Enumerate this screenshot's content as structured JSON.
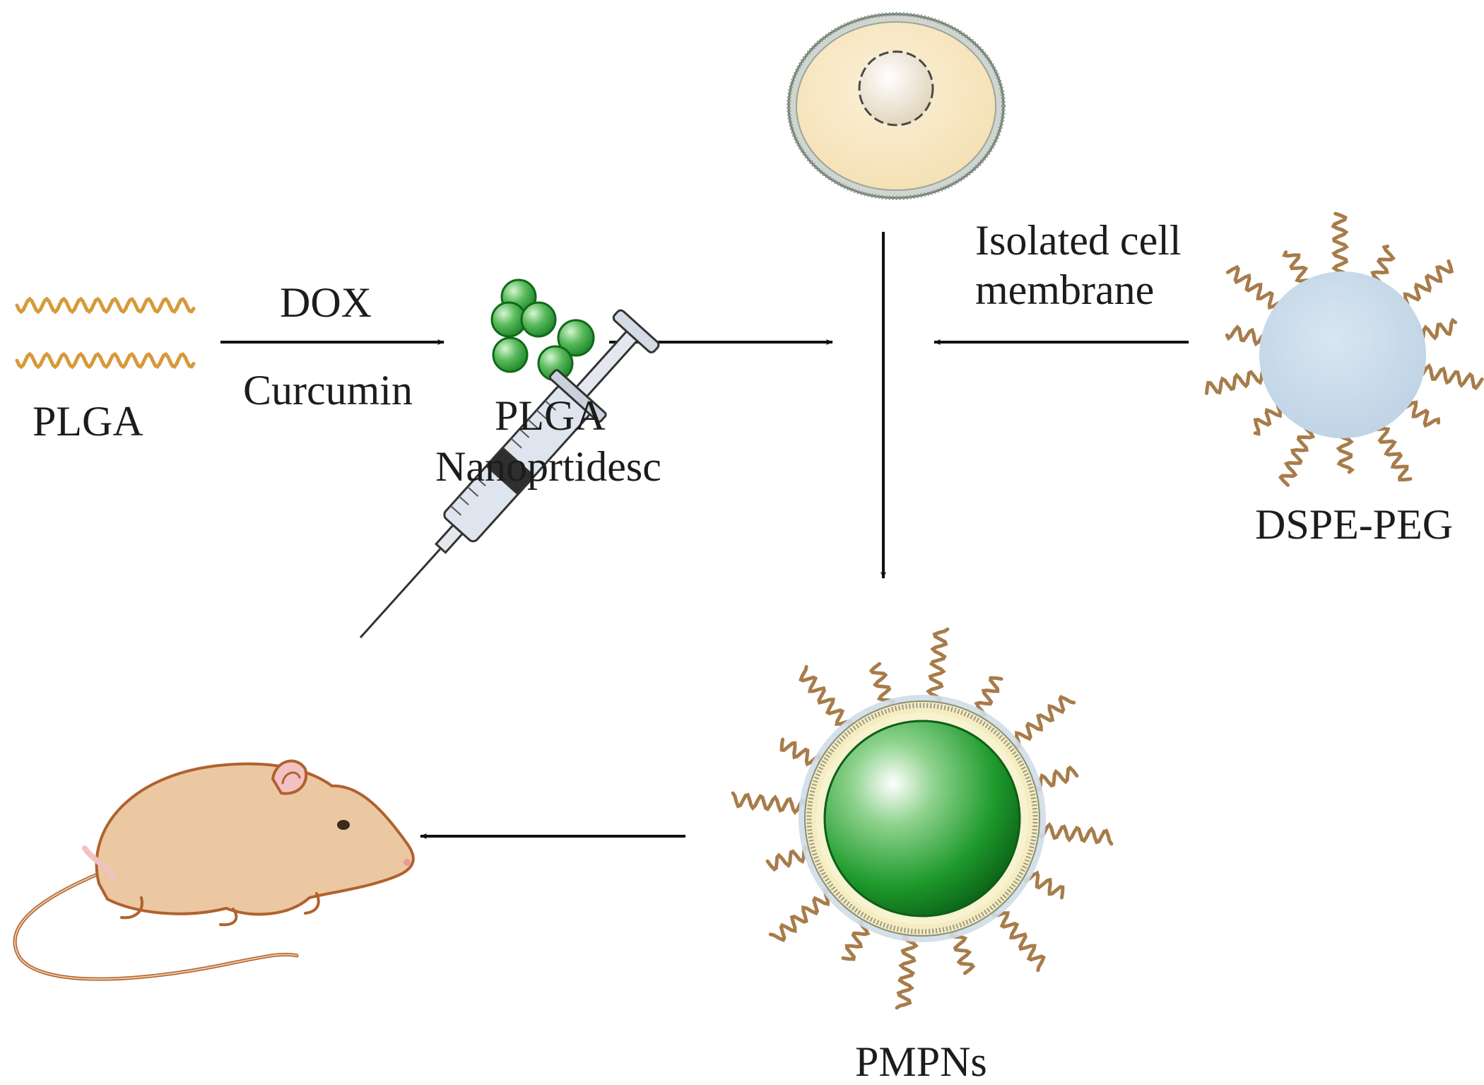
{
  "labels": {
    "plga": "PLGA",
    "dox": "DOX",
    "curcumin": "Curcumin",
    "plga_np_line1": "PLGA",
    "plga_np_line2": "Nanoprtidesc",
    "isolated_line1": "Isolated cell",
    "isolated_line2": "membrane",
    "dspe_peg": "DSPE-PEG",
    "pmpns": "PMPNs"
  },
  "colors": {
    "arrow": "#111111",
    "plga_chain": "#d69a3a",
    "peg_chain": "#a77c4a",
    "np_green": "#1e9a2c",
    "cell_fill": "#f8e7bf",
    "dspe_sphere": "#c9dbea",
    "mouse_fill": "#ecc8a2",
    "mouse_outline": "#b0622e"
  },
  "icons": [
    "plga-chain-icon",
    "plga-nanoparticle-icon",
    "cell-icon",
    "dspe-peg-micelle-icon",
    "pmpn-particle-icon",
    "syringe-icon",
    "mouse-icon"
  ]
}
